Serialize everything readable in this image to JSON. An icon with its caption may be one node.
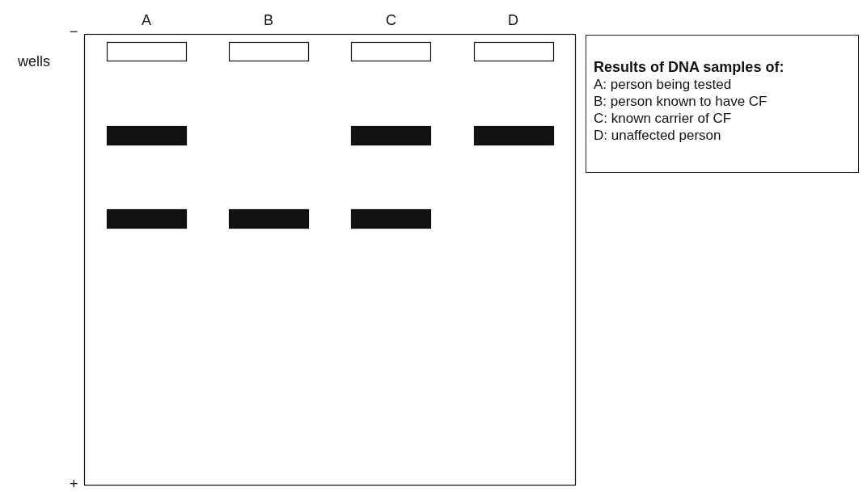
{
  "diagram": {
    "nodes": [
      {
        "text": [
          "Results of DNA samples of:",
          "A: person being tested",
          "B: person known to have CF",
          "C: known carrier of CF",
          "D: unaffected person"
        ]
      }
    ],
    "labels": [
      "A",
      "B",
      "C",
      "D",
      "−",
      "wells",
      "+"
    ]
  }
}
